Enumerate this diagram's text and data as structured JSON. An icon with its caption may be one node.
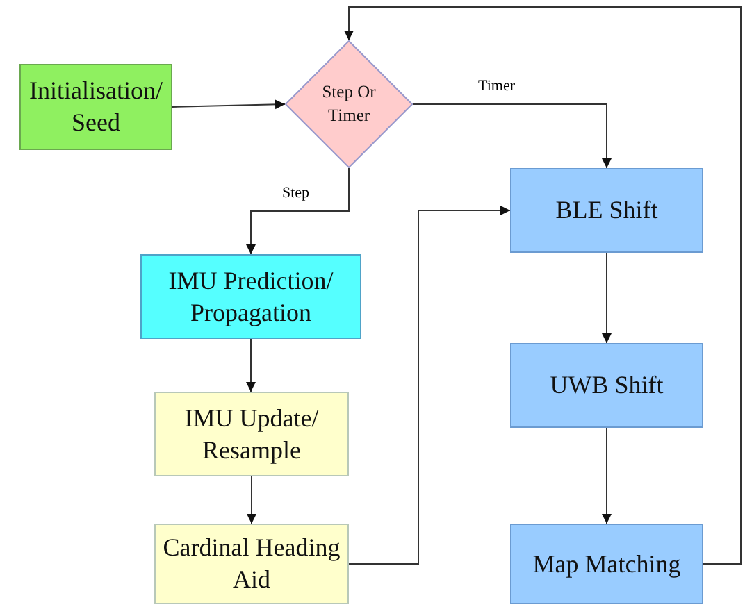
{
  "diagram": {
    "nodes": [
      {
        "text": [
          "Initialisation/ Seed"
        ]
      },
      {
        "text": [
          "Step Or Timer"
        ]
      },
      {
        "text": [
          "IMU Prediction/ Propagation"
        ]
      },
      {
        "text": [
          "IMU Update/ Resample"
        ]
      },
      {
        "text": [
          "Cardinal Heading Aid"
        ]
      },
      {
        "text": [
          "BLE Shift"
        ]
      },
      {
        "text": [
          "UWB Shift"
        ]
      },
      {
        "text": [
          "Map Matching"
        ]
      }
    ],
    "edges": [
      {
        "from": 0,
        "to": 1,
        "arrow": "to"
      },
      {
        "from": 1,
        "to": 5,
        "arrow": "to",
        "label": "Timer"
      },
      {
        "from": 1,
        "to": 2,
        "arrow": "to",
        "label": "Step"
      },
      {
        "from": 2,
        "to": 3,
        "arrow": "to"
      },
      {
        "from": 3,
        "to": 4,
        "arrow": "to"
      },
      {
        "from": 4,
        "to": 5,
        "arrow": "to"
      },
      {
        "from": 5,
        "to": 6,
        "arrow": "to"
      },
      {
        "from": 6,
        "to": 7,
        "arrow": "to"
      },
      {
        "from": 7,
        "to": 1,
        "arrow": "to"
      }
    ]
  }
}
